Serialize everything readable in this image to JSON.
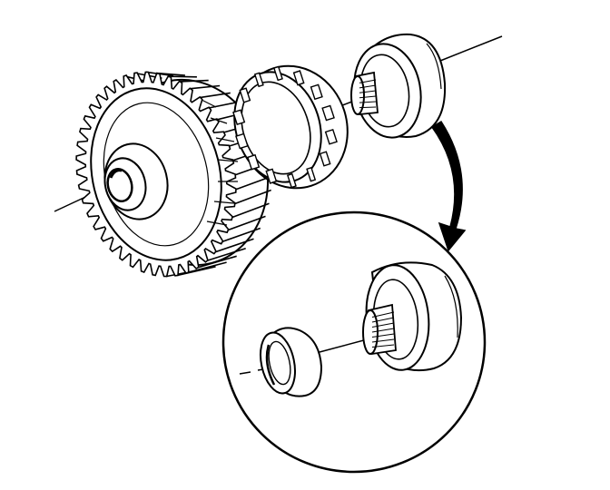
{
  "diagram": {
    "components": [
      {
        "id": "helical-gear",
        "kind": "gear",
        "teeth": 44
      },
      {
        "id": "needle-bearing-cage",
        "kind": "bearing-cage"
      },
      {
        "id": "sleeve-cup",
        "kind": "cup"
      },
      {
        "id": "splined-shaft",
        "kind": "shaft"
      },
      {
        "id": "seal-ring",
        "kind": "ring"
      }
    ],
    "detail_view": {
      "kind": "magnified-inset"
    },
    "colors": {
      "ink": "#000000",
      "paper": "#ffffff"
    }
  }
}
